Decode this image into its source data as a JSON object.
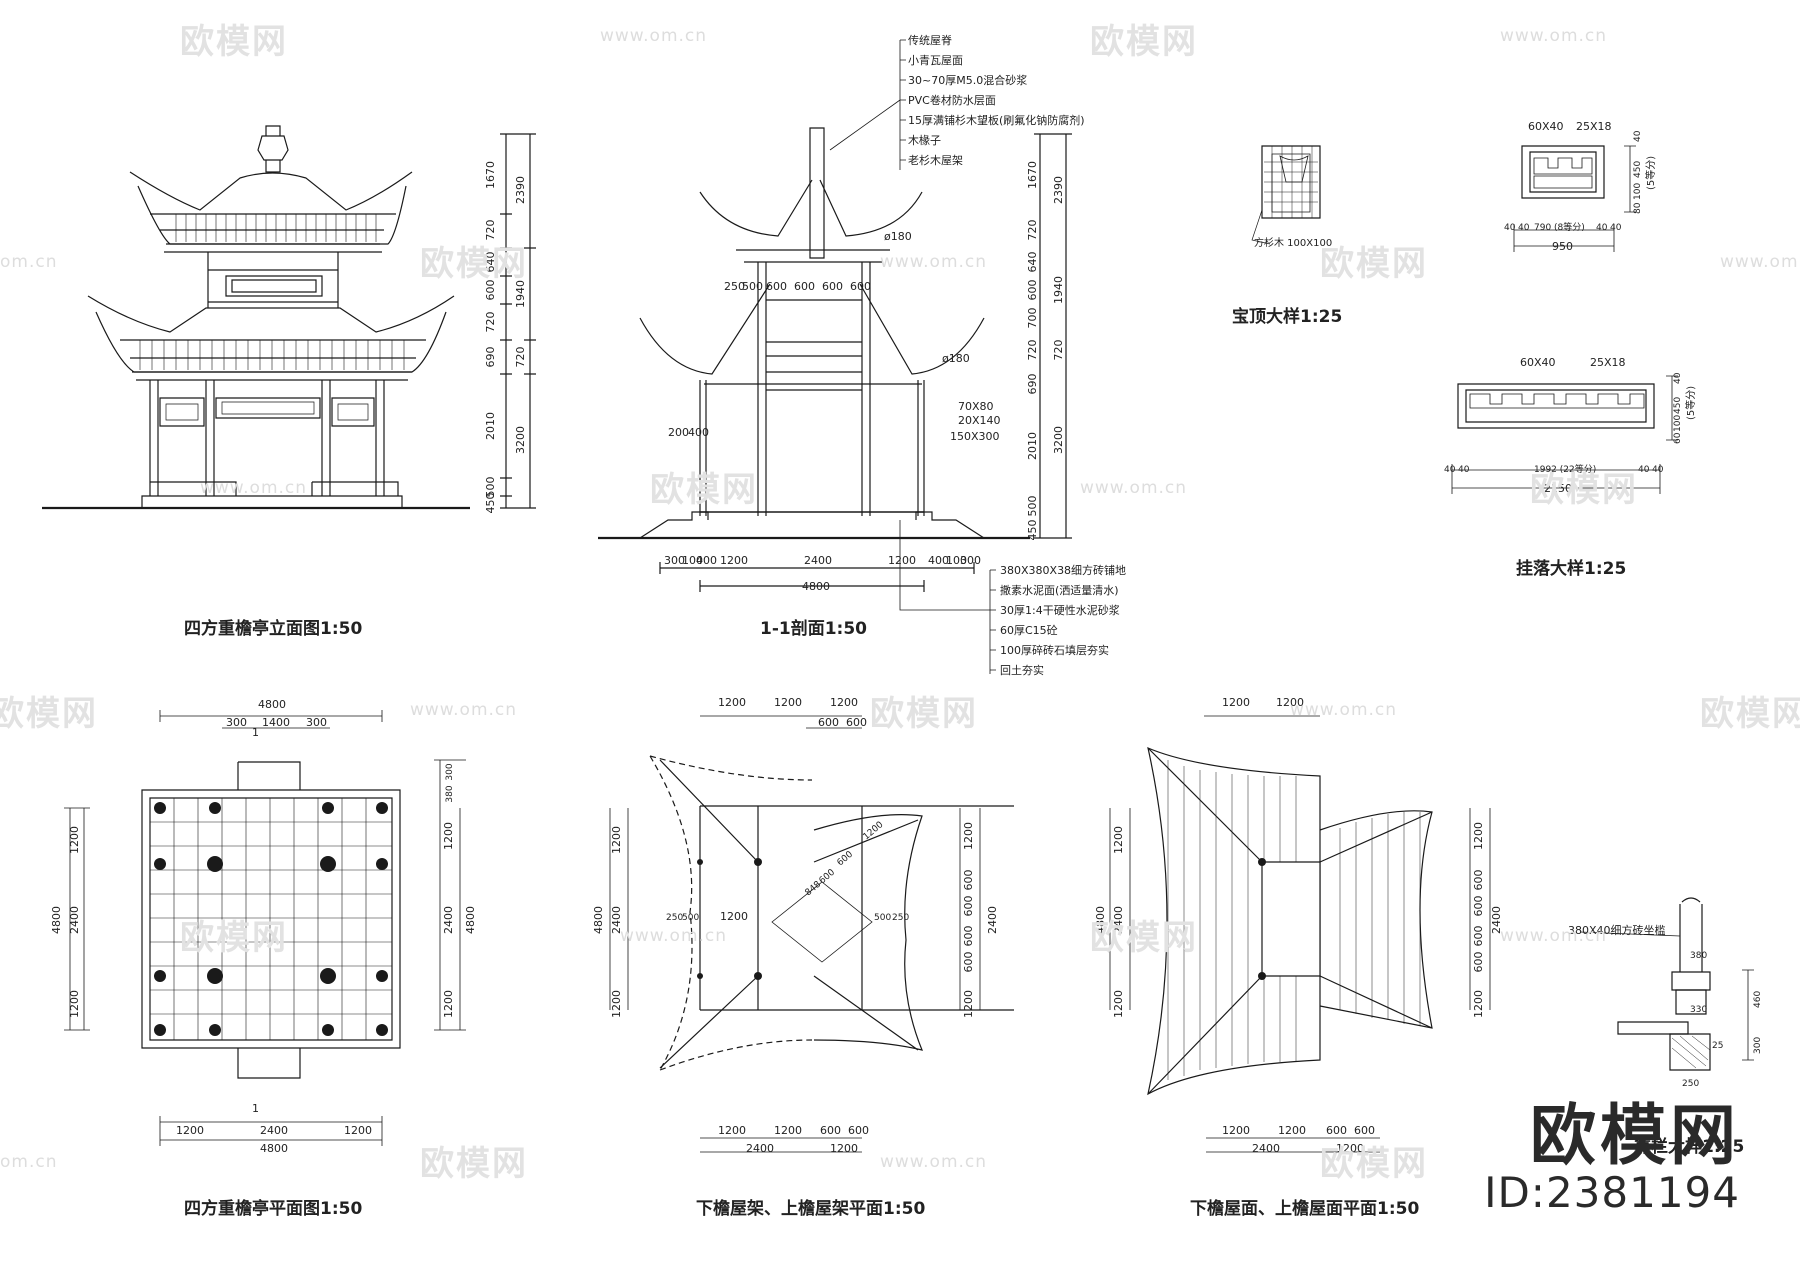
{
  "captions": {
    "elevation": "四方重檐亭立面图1:50",
    "section": "1-1剖面1:50",
    "finial": "宝顶大样1:25",
    "hanging": "挂落大样1:25",
    "plan": "四方重檐亭平面图1:50",
    "frame_plan": "下檐屋架、上檐屋架平面1:50",
    "roof_plan": "下檐屋面、上檐屋面平面1:50",
    "railing": "靠栏大样1:25"
  },
  "section_roof_notes": [
    "传统屋脊",
    "小青瓦屋面",
    "30~70厚M5.0混合砂浆",
    "PVC卷材防水层面",
    "15厚满铺杉木望板(刷氟化钠防腐剂)",
    "木椽子",
    "老杉木屋架"
  ],
  "section_floor_notes": [
    "380X380X38细方砖铺地",
    "撒素水泥面(洒适量清水)",
    "30厚1:4干硬性水泥砂浆",
    "60厚C15砼",
    "100厚碎砖石填层夯实",
    "回土夯实"
  ],
  "section_member_labels": [
    "ø180",
    "ø180",
    "70X80",
    "20X140",
    "150X300"
  ],
  "elev_dims_inner": [
    "1670",
    "720",
    "640",
    "600",
    "720",
    "690",
    "2010",
    "500",
    "450"
  ],
  "elev_dims_outer": [
    "2390",
    "1940",
    "720",
    "3200"
  ],
  "section_dims_inner": [
    "1670",
    "720",
    "640",
    "600",
    "700",
    "720",
    "690",
    "2010",
    "500",
    "450"
  ],
  "section_dims_outer": [
    "2390",
    "1940",
    "720",
    "3200"
  ],
  "section_bottom_dims": [
    "300",
    "100",
    "400",
    "1200",
    "2400",
    "1200",
    "400",
    "100",
    "300"
  ],
  "section_total": "4800",
  "section_eave_dims": [
    "250",
    "500",
    "600",
    "600",
    "600",
    "600"
  ],
  "section_col_dims": [
    "200",
    "400"
  ],
  "finial_note": "方杉木 100X100",
  "hanging_small": {
    "labels": [
      "60X40",
      "25X18"
    ],
    "dims": [
      "40",
      "40",
      "790 (8等分)",
      "40",
      "40"
    ],
    "total": "950",
    "right": [
      "40",
      "450",
      "100",
      "80",
      "(5等分)"
    ]
  },
  "hanging_large": {
    "labels": [
      "60X40",
      "25X18"
    ],
    "dims": [
      "40",
      "40",
      "1992 (22等分)",
      "40",
      "40"
    ],
    "total": "2150",
    "right": [
      "40",
      "450",
      "100",
      "60",
      "(5等分)"
    ]
  },
  "plan_top_dims": [
    "4800",
    "300",
    "1400",
    "300"
  ],
  "plan_bottom_dims": [
    "1200",
    "2400",
    "1200"
  ],
  "plan_total": "4800",
  "plan_left_dims": [
    "1200",
    "2400",
    "1200"
  ],
  "plan_left_total": "4800",
  "plan_right_dims": [
    "300",
    "380",
    "1200",
    "2400",
    "1200"
  ],
  "plan_right_total": "4800",
  "plan_section_mark": "1",
  "frame_top_dims": [
    "1200",
    "1200",
    "1200",
    "600",
    "600"
  ],
  "frame_mid_dims": [
    "250",
    "500",
    "1200",
    "500",
    "250"
  ],
  "frame_diag_dims": [
    "1200",
    "600",
    "600",
    "848"
  ],
  "frame_bottom_dims": [
    "1200",
    "1200",
    "600",
    "600"
  ],
  "frame_bottom_total": [
    "2400",
    "1200"
  ],
  "frame_left_dims": [
    "1200",
    "2400",
    "1200"
  ],
  "frame_left_total": "4800",
  "frame_right_dims": [
    "1200",
    "600",
    "600",
    "600",
    "600",
    "1200"
  ],
  "frame_right_total": "2400",
  "roof_top_dims": [
    "1200",
    "1200"
  ],
  "roof_bottom_dims": [
    "1200",
    "1200",
    "600",
    "600"
  ],
  "roof_bottom_total": [
    "2400",
    "1200"
  ],
  "roof_left_dims": [
    "1200",
    "2400",
    "1200"
  ],
  "roof_left_total": "4800",
  "roof_right_dims": [
    "1200",
    "600",
    "600",
    "600",
    "600",
    "1200"
  ],
  "roof_right_total": "2400",
  "railing_note": "380X40细方砖坐槛",
  "railing_dims": [
    "380",
    "330",
    "460",
    "25",
    "300",
    "250"
  ],
  "brand": {
    "name": "欧模网",
    "id": "ID:2381194"
  },
  "watermark": {
    "logo": "欧模网",
    "url": "www.om.cn",
    "url_short": "om.cn"
  }
}
